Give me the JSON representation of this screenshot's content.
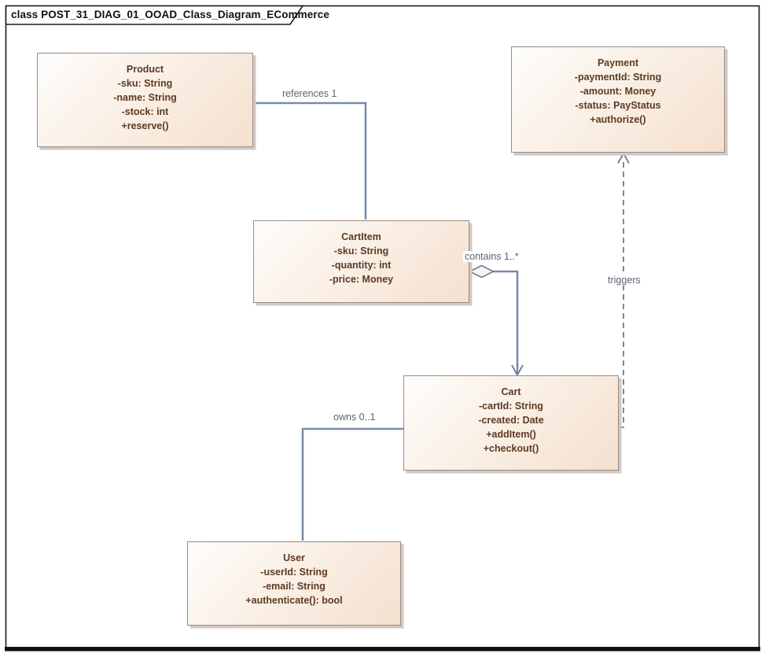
{
  "frame": {
    "title": "class POST_31_DIAG_01_OOAD_Class_Diagram_ECommerce"
  },
  "classes": {
    "product": {
      "name": "Product",
      "members": [
        "-sku: String",
        "-name: String",
        "-stock: int",
        "+reserve()"
      ]
    },
    "payment": {
      "name": "Payment",
      "members": [
        "-paymentId: String",
        "-amount: Money",
        "-status: PayStatus",
        "+authorize()"
      ]
    },
    "cartitem": {
      "name": "CartItem",
      "members": [
        "-sku: String",
        "-quantity: int",
        "-price: Money"
      ]
    },
    "cart": {
      "name": "Cart",
      "members": [
        "-cartId: String",
        "-created: Date",
        "+addItem()",
        "+checkout()"
      ]
    },
    "user": {
      "name": "User",
      "members": [
        "-userId: String",
        "-email: String",
        "+authenticate(): bool"
      ]
    }
  },
  "relationships": {
    "references": {
      "label": "references 1",
      "type": "association",
      "from": "Product",
      "to": "CartItem"
    },
    "contains": {
      "label": "contains 1..*",
      "type": "aggregation",
      "from": "CartItem",
      "to": "Cart"
    },
    "owns": {
      "label": "owns 0..1",
      "type": "association",
      "from": "User",
      "to": "Cart"
    },
    "triggers": {
      "label": "triggers",
      "type": "dependency",
      "from": "Cart",
      "to": "Payment"
    }
  },
  "colors": {
    "frame_border": "#1c1c1c",
    "box_fill_light": "#fefdfc",
    "box_fill_mid": "#faf0e6",
    "box_fill_dark": "#f4e0cf",
    "box_border": "#9b8b82",
    "box_shadow": "#cfcac7",
    "box_text": "#5d3a22",
    "connector": "#6b7c9d",
    "connector_halo": "#dde4ef",
    "label_text": "#5a6375",
    "diamond_fill": "#fbf3ea",
    "tab_text": "#111111"
  }
}
